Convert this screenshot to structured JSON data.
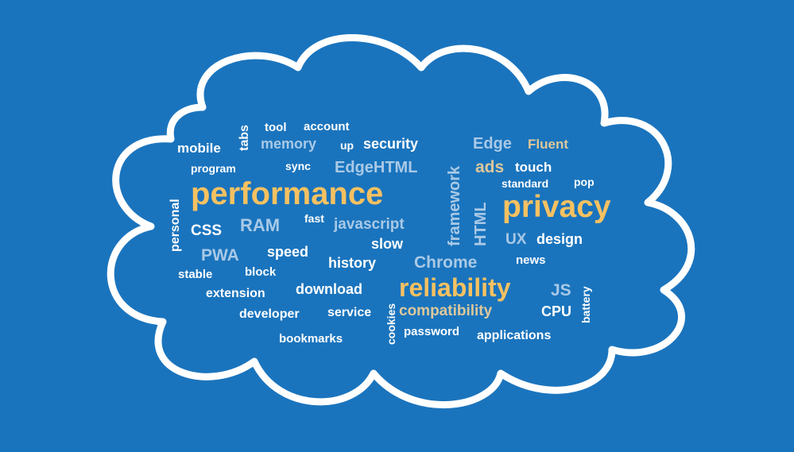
{
  "colors": {
    "background": "#1a74bd",
    "cloud_outline": "#ffffff",
    "word_white": "#ffffff",
    "word_light_blue": "#a9c9e6",
    "word_gold": "#f6c161",
    "word_tan": "#ddc89a"
  },
  "words": {
    "tool": "tool",
    "account": "account",
    "tabs": "tabs",
    "mobile": "mobile",
    "memory": "memory",
    "up": "up",
    "security": "security",
    "edge": "Edge",
    "fluent": "Fluent",
    "program": "program",
    "sync": "sync",
    "edgehtml": "EdgeHTML",
    "framework": "framework",
    "ads": "ads",
    "touch": "touch",
    "personal": "personal",
    "performance": "performance",
    "standard": "standard",
    "pop": "pop",
    "html": "HTML",
    "privacy": "privacy",
    "css": "CSS",
    "ram": "RAM",
    "fast": "fast",
    "javascript": "javascript",
    "slow": "slow",
    "ux": "UX",
    "design": "design",
    "pwa": "PWA",
    "speed": "speed",
    "history": "history",
    "chrome": "Chrome",
    "news": "news",
    "stable": "stable",
    "block": "block",
    "download": "download",
    "reliability": "reliability",
    "js": "JS",
    "battery": "battery",
    "extension": "extension",
    "cookies": "cookies",
    "compatibility": "compatibility",
    "cpu": "CPU",
    "developer": "developer",
    "service": "service",
    "password": "password",
    "applications": "applications",
    "bookmarks": "bookmarks"
  }
}
